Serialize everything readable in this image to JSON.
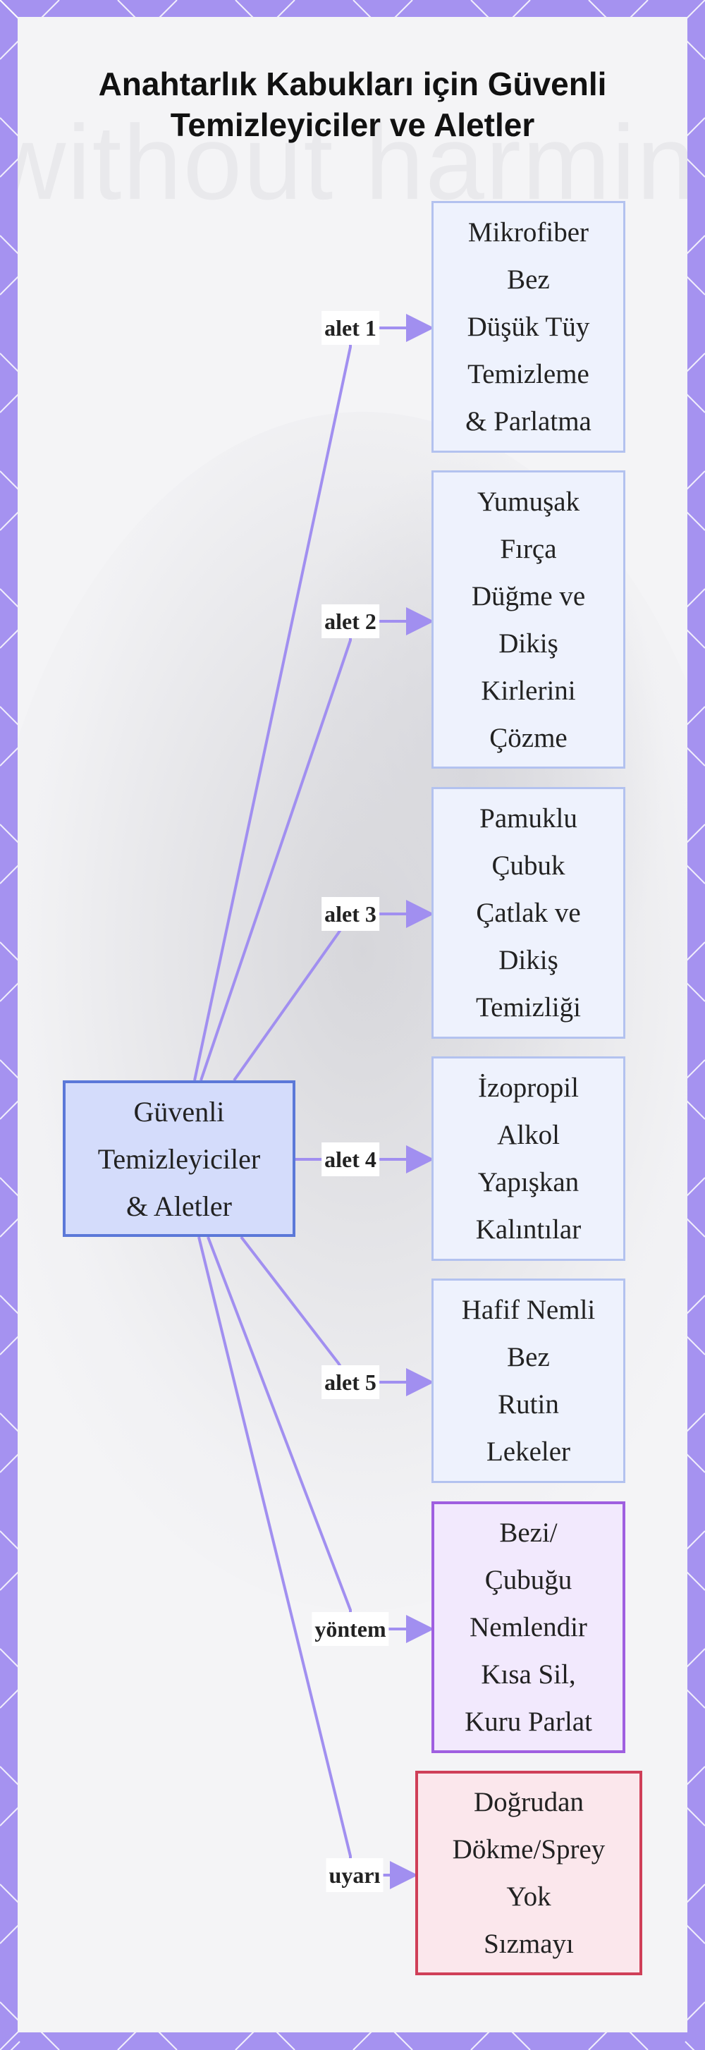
{
  "title_lines": [
    "Anahtarlık Kabukları için Güvenli",
    "Temizleyiciler ve Aletler"
  ],
  "background_text": "without harming",
  "colors": {
    "frame": "#a592f0",
    "link": "#a18ff0",
    "tool_fill": "#eef2fd",
    "tool_border": "#b3c2ef",
    "method_fill": "#f2e9fd",
    "method_border": "#9f5fe0",
    "warn_fill": "#fbe7ec",
    "warn_border": "#cf3f58",
    "center_fill": "#d4dcfb",
    "center_border": "#5b78d8"
  },
  "center": {
    "label": "Güvenli\nTemizleyiciler\n& Aletler"
  },
  "branches": [
    {
      "edge_label": "alet 1",
      "kind": "tool",
      "label": "Mikrofiber\nBez\nDüşük Tüy\nTemizleme\n& Parlatma"
    },
    {
      "edge_label": "alet 2",
      "kind": "tool",
      "label": "Yumuşak\nFırça\nDüğme ve\nDikiş\nKirlerini\nÇözme"
    },
    {
      "edge_label": "alet 3",
      "kind": "tool",
      "label": "Pamuklu\nÇubuk\nÇatlak ve\nDikiş\nTemizliği"
    },
    {
      "edge_label": "alet 4",
      "kind": "tool",
      "label": "İzopropil\nAlkol\nYapışkan\nKalıntılar"
    },
    {
      "edge_label": "alet 5",
      "kind": "tool",
      "label": "Hafif Nemli\nBez\nRutin\nLekeler"
    },
    {
      "edge_label": "yöntem",
      "kind": "method",
      "label": "Bezi/\nÇubuğu\nNemlendir\nKısa Sil,\nKuru Parlat"
    },
    {
      "edge_label": "uyarı",
      "kind": "warn",
      "label": "Doğrudan\nDökme/Sprey\nYok\nSızmayı"
    }
  ]
}
